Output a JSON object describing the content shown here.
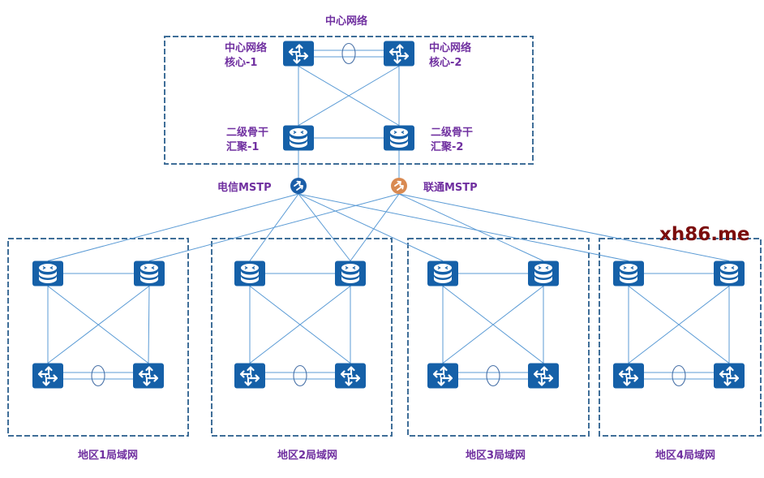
{
  "diagram": {
    "center": {
      "title": "中心网络",
      "nodes": [
        {
          "id": "core_1",
          "type": "core-router",
          "label": [
            "中心网络",
            "核心-1"
          ]
        },
        {
          "id": "core_2",
          "type": "core-router",
          "label": [
            "中心网络",
            "核心-2"
          ]
        },
        {
          "id": "agg_1",
          "type": "aggregation-switch",
          "label": [
            "二级骨干",
            "汇聚-1"
          ]
        },
        {
          "id": "agg_2",
          "type": "aggregation-switch",
          "label": [
            "二级骨干",
            "汇聚-2"
          ]
        }
      ]
    },
    "carriers": [
      {
        "id": "mstp_telecom",
        "type": "mstp-transport",
        "label": "电信MSTP",
        "color": "#1b5ea8"
      },
      {
        "id": "mstp_unicom",
        "type": "mstp-transport",
        "label": "联通MSTP",
        "color": "#d98a52"
      }
    ],
    "regions": [
      {
        "label": "地区1局域网",
        "nodes": [
          {
            "id": "r1_agg_1",
            "type": "aggregation-switch"
          },
          {
            "id": "r1_agg_2",
            "type": "aggregation-switch"
          },
          {
            "id": "r1_core_1",
            "type": "core-router"
          },
          {
            "id": "r1_core_2",
            "type": "core-router"
          }
        ]
      },
      {
        "label": "地区2局域网",
        "nodes": [
          {
            "id": "r2_agg_1",
            "type": "aggregation-switch"
          },
          {
            "id": "r2_agg_2",
            "type": "aggregation-switch"
          },
          {
            "id": "r2_core_1",
            "type": "core-router"
          },
          {
            "id": "r2_core_2",
            "type": "core-router"
          }
        ]
      },
      {
        "label": "地区3局域网",
        "nodes": [
          {
            "id": "r3_agg_1",
            "type": "aggregation-switch"
          },
          {
            "id": "r3_agg_2",
            "type": "aggregation-switch"
          },
          {
            "id": "r3_core_1",
            "type": "core-router"
          },
          {
            "id": "r3_core_2",
            "type": "core-router"
          }
        ]
      },
      {
        "label": "地区4局域网",
        "nodes": [
          {
            "id": "r4_agg_1",
            "type": "aggregation-switch"
          },
          {
            "id": "r4_agg_2",
            "type": "aggregation-switch"
          },
          {
            "id": "r4_core_1",
            "type": "core-router"
          },
          {
            "id": "r4_core_2",
            "type": "core-router"
          }
        ]
      }
    ],
    "links": [
      {
        "from": "core_1",
        "to": "core_2",
        "kind": "eth-trunk"
      },
      {
        "from": "core_1",
        "to": "agg_1",
        "kind": "line"
      },
      {
        "from": "core_1",
        "to": "agg_2",
        "kind": "line"
      },
      {
        "from": "core_2",
        "to": "agg_1",
        "kind": "line"
      },
      {
        "from": "core_2",
        "to": "agg_2",
        "kind": "line"
      },
      {
        "from": "agg_1",
        "to": "agg_2",
        "kind": "line"
      },
      {
        "from": "agg_1",
        "to": "mstp_telecom",
        "kind": "line"
      },
      {
        "from": "agg_2",
        "to": "mstp_unicom",
        "kind": "line"
      },
      {
        "from": "mstp_telecom",
        "to": "r1_agg_1",
        "kind": "line"
      },
      {
        "from": "mstp_telecom",
        "to": "r2_agg_1",
        "kind": "line"
      },
      {
        "from": "mstp_telecom",
        "to": "r2_agg_2",
        "kind": "line"
      },
      {
        "from": "mstp_telecom",
        "to": "r3_agg_1",
        "kind": "line"
      },
      {
        "from": "mstp_telecom",
        "to": "r4_agg_1",
        "kind": "line"
      },
      {
        "from": "mstp_unicom",
        "to": "r1_agg_2",
        "kind": "line"
      },
      {
        "from": "mstp_unicom",
        "to": "r2_agg_2",
        "kind": "line"
      },
      {
        "from": "mstp_unicom",
        "to": "r3_agg_2",
        "kind": "line"
      },
      {
        "from": "mstp_unicom",
        "to": "r4_agg_2",
        "kind": "line"
      },
      {
        "from": "r1_agg_1",
        "to": "r1_agg_2",
        "kind": "line"
      },
      {
        "from": "r1_agg_1",
        "to": "r1_core_1",
        "kind": "line"
      },
      {
        "from": "r1_agg_1",
        "to": "r1_core_2",
        "kind": "line"
      },
      {
        "from": "r1_agg_2",
        "to": "r1_core_1",
        "kind": "line"
      },
      {
        "from": "r1_agg_2",
        "to": "r1_core_2",
        "kind": "line"
      },
      {
        "from": "r1_core_1",
        "to": "r1_core_2",
        "kind": "eth-trunk"
      },
      {
        "from": "r2_agg_1",
        "to": "r2_agg_2",
        "kind": "line"
      },
      {
        "from": "r2_agg_1",
        "to": "r2_core_1",
        "kind": "line"
      },
      {
        "from": "r2_agg_1",
        "to": "r2_core_2",
        "kind": "line"
      },
      {
        "from": "r2_agg_2",
        "to": "r2_core_1",
        "kind": "line"
      },
      {
        "from": "r2_agg_2",
        "to": "r2_core_2",
        "kind": "line"
      },
      {
        "from": "r2_core_1",
        "to": "r2_core_2",
        "kind": "eth-trunk"
      },
      {
        "from": "r3_agg_1",
        "to": "r3_agg_2",
        "kind": "line"
      },
      {
        "from": "r3_agg_1",
        "to": "r3_core_1",
        "kind": "line"
      },
      {
        "from": "r3_agg_1",
        "to": "r3_core_2",
        "kind": "line"
      },
      {
        "from": "r3_agg_2",
        "to": "r3_core_1",
        "kind": "line"
      },
      {
        "from": "r3_agg_2",
        "to": "r3_core_2",
        "kind": "line"
      },
      {
        "from": "r3_core_1",
        "to": "r3_core_2",
        "kind": "eth-trunk"
      },
      {
        "from": "r4_agg_1",
        "to": "r4_agg_2",
        "kind": "line"
      },
      {
        "from": "r4_agg_1",
        "to": "r4_core_1",
        "kind": "line"
      },
      {
        "from": "r4_agg_1",
        "to": "r4_core_2",
        "kind": "line"
      },
      {
        "from": "r4_agg_2",
        "to": "r4_core_1",
        "kind": "line"
      },
      {
        "from": "r4_agg_2",
        "to": "r4_core_2",
        "kind": "line"
      },
      {
        "from": "r4_core_1",
        "to": "r4_core_2",
        "kind": "eth-trunk"
      }
    ],
    "watermark": "xh86.me"
  },
  "colors": {
    "device": "#1560a8",
    "link": "#5b9bd5",
    "group_border": "#3f6e98",
    "label": "#7030a0",
    "watermark": "#7b0d0d"
  }
}
